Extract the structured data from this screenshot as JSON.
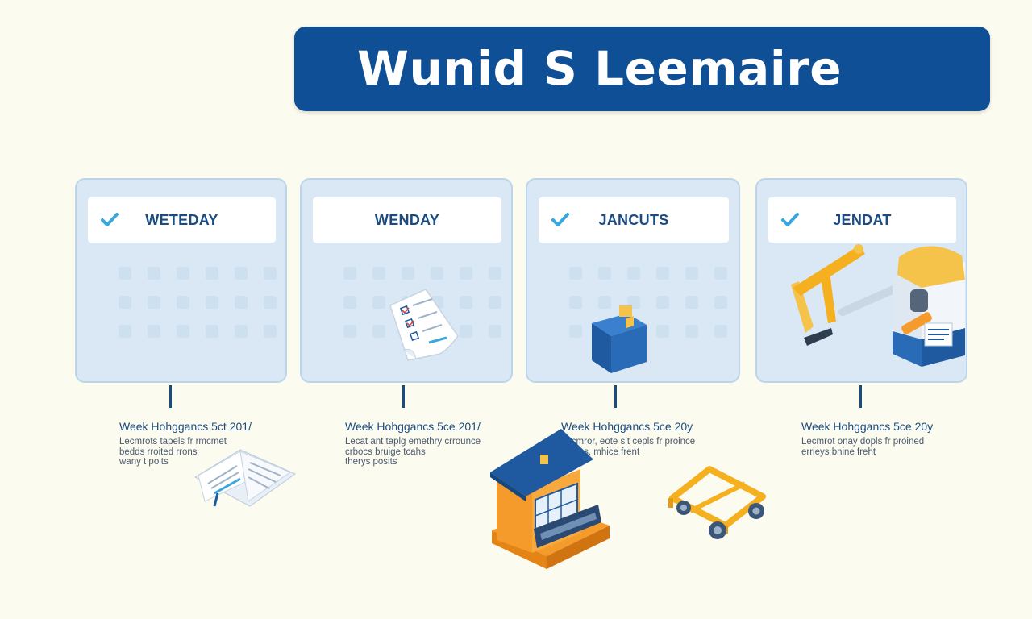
{
  "title": "Wunid S Leemaire",
  "colors": {
    "background": "#fcfbef",
    "banner": "#0f4f96",
    "card": "#d9e8f4",
    "card_border": "#bdd5ea",
    "check": "#3aa7dc",
    "label": "#1a4c82",
    "accent_yellow": "#f5c24a",
    "accent_orange": "#f59b2b"
  },
  "stages": [
    {
      "header": "WETEDAY",
      "checked": true,
      "illustration": "calendar-grid",
      "caption_title": "Week Hohggancs 5ct 201/",
      "caption_lines": [
        "Lecmrots tapels fr rmcmet",
        "bedds rroited rrons",
        "wany t poits"
      ]
    },
    {
      "header": "WENDAY",
      "checked": false,
      "illustration": "checklist-icon",
      "caption_title": "Week Hohggancs 5ce 201/",
      "caption_lines": [
        "Lecat ant taplg emethry crrounce",
        "crbocs bruige tcahs",
        "therys posits"
      ]
    },
    {
      "header": "JANCUTS",
      "checked": true,
      "illustration": "toolbox-icon",
      "caption_title": "Week Hohggancs 5ce 20y",
      "caption_lines": [
        "Lecmror, eote sit cepls fr proince",
        "erscbs. mhice frent"
      ]
    },
    {
      "header": "JENDAT",
      "checked": true,
      "illustration": "crane-machine-icon",
      "caption_title": "Week Hohggancs 5ce 20y",
      "caption_lines": [
        "Lecmrot onay dopls fr proined",
        "errieys bnine freht"
      ]
    }
  ]
}
